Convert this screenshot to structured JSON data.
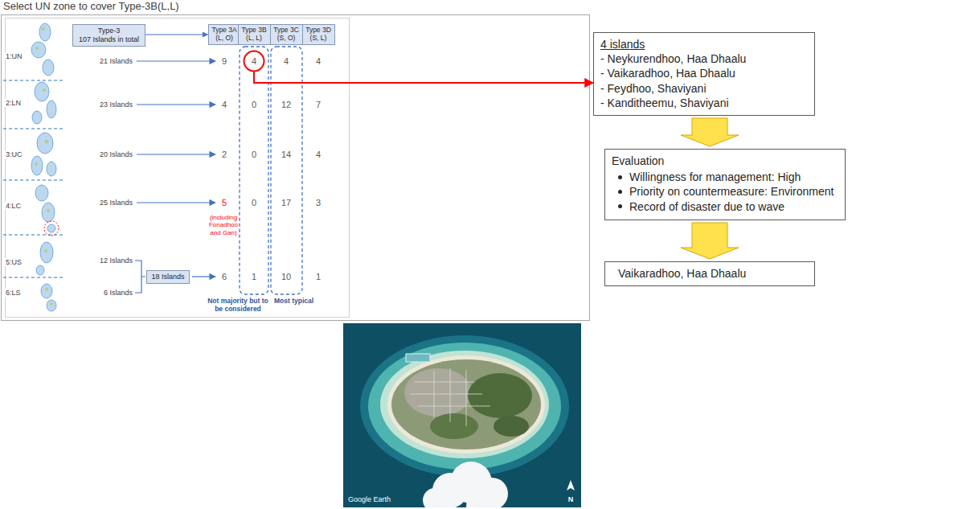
{
  "diagram": {
    "title": "Select UN zone to cover Type-3B(L,L)",
    "nodes": [
      {
        "text": [
          "Type-3",
          "107 Islands in total"
        ]
      },
      {
        "text": [
          "Type 3A",
          "(L, O)"
        ]
      },
      {
        "text": [
          "Type 3B",
          "(L, L)"
        ]
      },
      {
        "text": [
          "Type 3C",
          "(S, O)"
        ]
      },
      {
        "text": [
          "Type 3D",
          "(S, L)"
        ]
      },
      {
        "text": [
          "18 Islands"
        ]
      },
      {
        "text": [
          "4"
        ]
      },
      {
        "text": [
          "4 islands",
          "- Neykurendhoo, Haa Dhaalu",
          "- Vaikaradhoo, Haa Dhaalu",
          "- Feydhoo, Shaviyani",
          "- Kanditheemu, Shaviyani"
        ]
      },
      {
        "text": [
          "Evaluation",
          "Willingness for management: High",
          "Priority on countermeasure: Environment",
          "Record of disaster due to wave"
        ]
      },
      {
        "text": [
          "Vaikaradhoo, Haa Dhaalu"
        ]
      }
    ],
    "edges": [
      {
        "from": 0,
        "to": 1,
        "arrow": "to"
      },
      {
        "from": 6,
        "to": 7,
        "arrow": "to"
      },
      {
        "from": 7,
        "to": 8,
        "arrow": "to"
      },
      {
        "from": 8,
        "to": 9,
        "arrow": "to"
      }
    ],
    "labels": [
      "1:UN",
      "2:LN",
      "3:UC",
      "4:LC",
      "5:US",
      "6:LS",
      "21 Islands",
      "9",
      "4",
      "4",
      "23 Islands",
      "4",
      "0",
      "12",
      "7",
      "20 Islands",
      "2",
      "0",
      "14",
      "4",
      "25 Islands",
      "5",
      "(including Fonadhoo and Gan)",
      "0",
      "17",
      "3",
      "12 Islands",
      "6 Islands",
      "6",
      "1",
      "10",
      "1",
      "Not majority but to be considered",
      "Most typical",
      "Google Earth",
      "N"
    ]
  }
}
